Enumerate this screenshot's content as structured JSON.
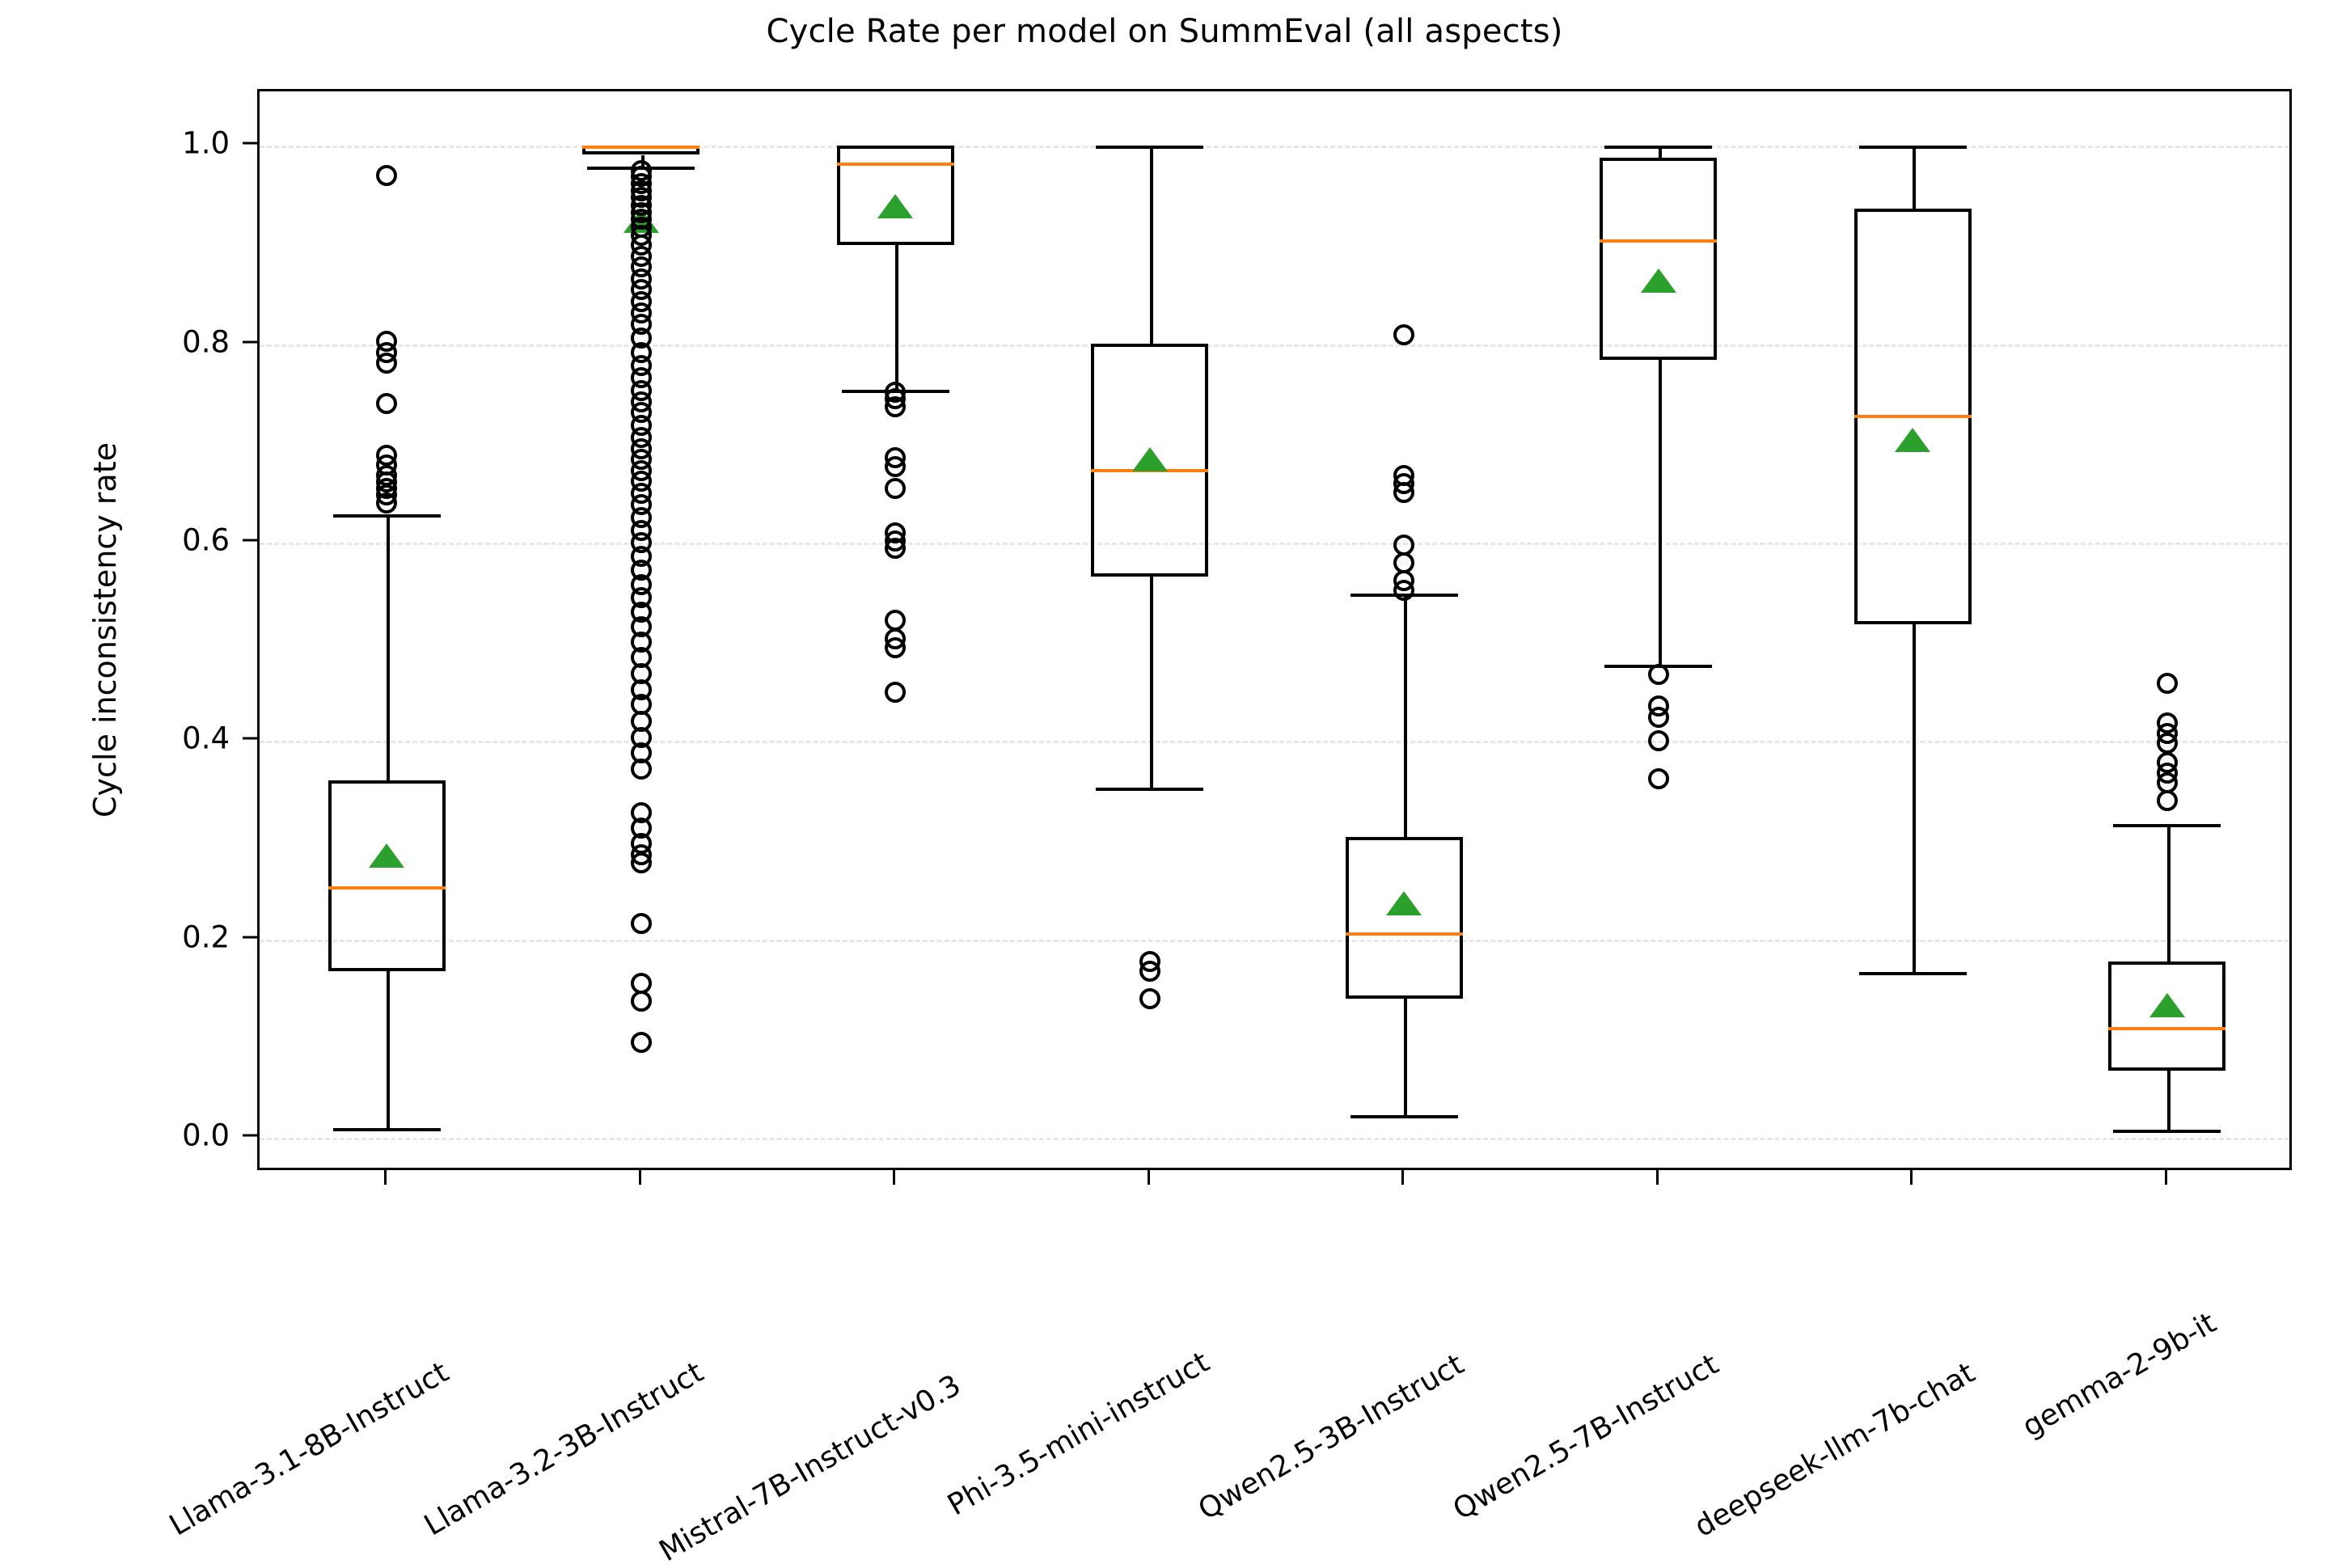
{
  "chart_data": {
    "type": "box",
    "title": "Cycle Rate per model on SummEval (all aspects)",
    "xlabel": "",
    "ylabel": "Cycle inconsistency rate",
    "ylim": [
      -0.035,
      1.055
    ],
    "yticks": [
      "0.0",
      "0.2",
      "0.4",
      "0.6",
      "0.8",
      "1.0"
    ],
    "ytick_values": [
      0.0,
      0.2,
      0.4,
      0.6,
      0.8,
      1.0
    ],
    "grid": true,
    "grid_axis": "y",
    "legend": "none",
    "median_color": "#ff7f0e",
    "mean_marker_color": "#2ca02c",
    "box_edge_color": "#000000",
    "flier_marker": "circle-open",
    "categories": [
      "Llama-3.1-8B-Instruct",
      "Llama-3.2-3B-Instruct",
      "Mistral-7B-Instruct-v0.3",
      "Phi-3.5-mini-instruct",
      "Qwen2.5-3B-Instruct",
      "Qwen2.5-7B-Instruct",
      "deepseek-llm-7b-chat",
      "gemma-2-9b-it"
    ],
    "boxes": [
      {
        "label": "Llama-3.1-8B-Instruct",
        "q1": 0.168,
        "median": 0.254,
        "q3": 0.36,
        "whisker_low": 0.01,
        "whisker_high": 0.629,
        "mean": 0.282,
        "fliers": [
          0.97,
          0.803,
          0.792,
          0.781,
          0.74,
          0.688,
          0.678,
          0.668,
          0.661,
          0.655,
          0.648,
          0.64
        ]
      },
      {
        "label": "Llama-3.2-3B-Instruct",
        "q1": 0.991,
        "median": 1.0,
        "q3": 1.0,
        "whisker_low": 0.979,
        "whisker_high": 1.0,
        "mean": 0.922,
        "fliers": [
          0.975,
          0.969,
          0.962,
          0.955,
          0.948,
          0.94,
          0.933,
          0.926,
          0.918,
          0.91,
          0.9,
          0.889,
          0.878,
          0.866,
          0.855,
          0.843,
          0.832,
          0.82,
          0.806,
          0.792,
          0.779,
          0.766,
          0.753,
          0.742,
          0.731,
          0.718,
          0.706,
          0.695,
          0.684,
          0.673,
          0.662,
          0.65,
          0.638,
          0.625,
          0.612,
          0.6,
          0.586,
          0.572,
          0.558,
          0.545,
          0.53,
          0.515,
          0.5,
          0.484,
          0.468,
          0.452,
          0.437,
          0.42,
          0.404,
          0.388,
          0.372,
          0.328,
          0.312,
          0.297,
          0.285,
          0.277,
          0.216,
          0.156,
          0.138,
          0.096
        ]
      },
      {
        "label": "Mistral-7B-Instruct-v0.3",
        "q1": 0.9,
        "median": 0.983,
        "q3": 1.0,
        "whisker_low": 0.754,
        "whisker_high": 1.0,
        "mean": 0.937,
        "fliers": [
          0.752,
          0.745,
          0.737,
          0.686,
          0.677,
          0.655,
          0.61,
          0.602,
          0.594,
          0.522,
          0.503,
          0.494,
          0.449
        ]
      },
      {
        "label": "Phi-3.5-mini-instruct",
        "q1": 0.566,
        "median": 0.674,
        "q3": 0.801,
        "whisker_low": 0.353,
        "whisker_high": 1.0,
        "mean": 0.682,
        "fliers": [
          0.178,
          0.168,
          0.14
        ]
      },
      {
        "label": "Qwen2.5-3B-Instruct",
        "q1": 0.14,
        "median": 0.207,
        "q3": 0.303,
        "whisker_low": 0.023,
        "whisker_high": 0.549,
        "mean": 0.234,
        "fliers": [
          0.81,
          0.668,
          0.66,
          0.651,
          0.598,
          0.58,
          0.562,
          0.552
        ]
      },
      {
        "label": "Qwen2.5-7B-Instruct",
        "q1": 0.784,
        "median": 0.906,
        "q3": 0.988,
        "whisker_low": 0.477,
        "whisker_high": 1.0,
        "mean": 0.862,
        "fliers": [
          0.467,
          0.435,
          0.424,
          0.4,
          0.362
        ]
      },
      {
        "label": "deepseek-llm-7b-chat",
        "q1": 0.518,
        "median": 0.729,
        "q3": 0.937,
        "whisker_low": 0.167,
        "whisker_high": 1.0,
        "mean": 0.701,
        "fliers": []
      },
      {
        "label": "gemma-2-9b-it",
        "q1": 0.068,
        "median": 0.112,
        "q3": 0.178,
        "whisker_low": 0.008,
        "whisker_high": 0.316,
        "mean": 0.131,
        "fliers": [
          0.458,
          0.418,
          0.408,
          0.398,
          0.378,
          0.368,
          0.358,
          0.34
        ]
      }
    ]
  }
}
